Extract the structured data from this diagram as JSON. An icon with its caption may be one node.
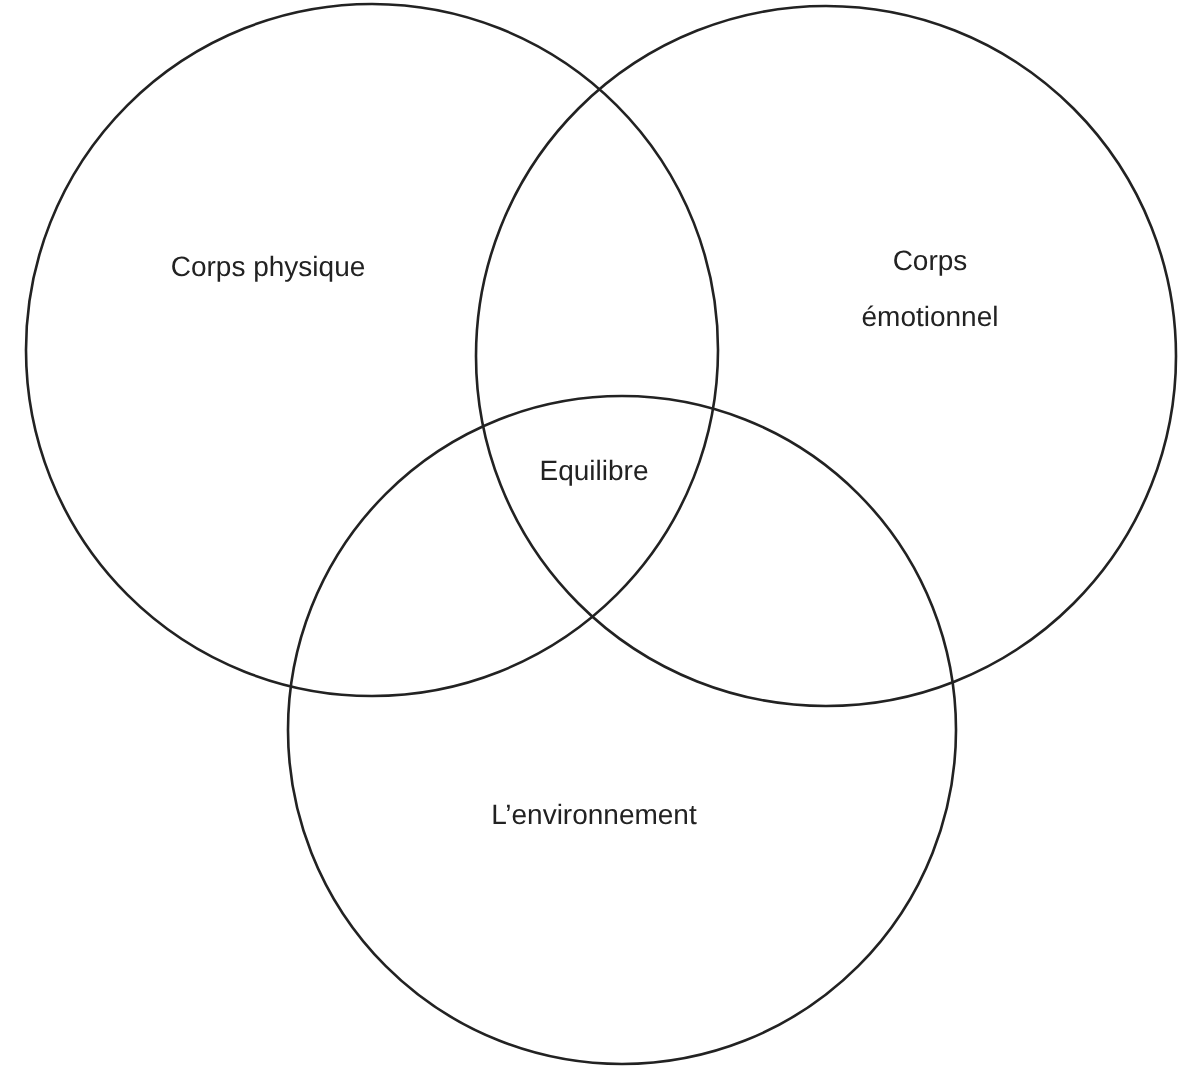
{
  "diagram": {
    "nodes": [
      {
        "text": [
          "Corps physique"
        ]
      },
      {
        "text": [
          "Corps émotionnel"
        ]
      },
      {
        "text": [
          "L’environnement"
        ]
      }
    ],
    "labels": [
      "Equilibre"
    ]
  }
}
